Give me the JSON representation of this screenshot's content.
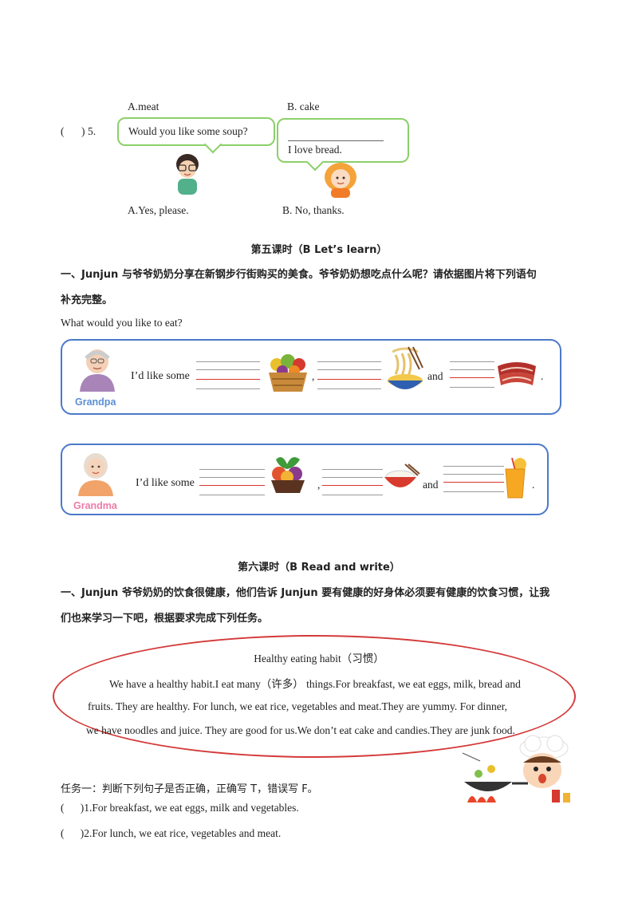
{
  "q5": {
    "option_a_top": "A.meat",
    "option_b_top": "B. cake",
    "paren": "(",
    "paren_close": ")",
    "number": "5.",
    "bubble_left": "Would you like some soup?",
    "bubble_right": "I love bread.",
    "option_a": "A.Yes, please.",
    "option_b": "B. No, thanks."
  },
  "lesson5": {
    "title": "第五课时（B Let’s learn）",
    "instruction_line1": "一、Junjun 与爷爷奶奶分享在新钢步行街购买的美食。爷爷奶奶想吃点什么呢？请依据图片将下列语句",
    "instruction_line2": "补充完整。",
    "question": "What would you like to eat?",
    "grandpa": {
      "label": "Grandpa",
      "sentence": "I’d like some",
      "comma": ",",
      "and": "and",
      "period": "."
    },
    "grandma": {
      "label": "Grandma",
      "sentence": "I’d like some",
      "comma": ",",
      "and": "and",
      "period": "."
    }
  },
  "lesson6": {
    "title": "第六课时（B Read and write）",
    "instruction_line1": "一、Junjun 爷爷奶奶的饮食很健康，他们告诉 Junjun 要有健康的好身体必须要有健康的饮食习惯，让我",
    "instruction_line2": "们也来学习一下吧，根据要求完成下列任务。",
    "passage_title": "Healthy eating habit（习惯）",
    "passage_line1": "We have a healthy habit.I eat many（许多） things.For breakfast, we eat eggs, milk, bread and",
    "passage_line2": "fruits. They are healthy. For lunch, we eat rice, vegetables and meat.They are yummy. For dinner,",
    "passage_line3": "we have noodles and juice. They are good for us.We don’t eat cake and candies.They are junk food.",
    "task1": "任务一：判断下列句子是否正确，正确写 T，错误写 F。",
    "item1": "(      )1.For breakfast, we eat eggs, milk and vegetables.",
    "item2": "(      )2.For lunch, we eat rice, vegetables and meat."
  },
  "colors": {
    "bubble_border": "#8bd06a",
    "box_border": "#4b79c9",
    "oval_border": "#d43a3a",
    "answer_line_red": "#d9342b",
    "grandpa_label": "#5b8fd6",
    "grandma_label": "#f07aa6"
  }
}
